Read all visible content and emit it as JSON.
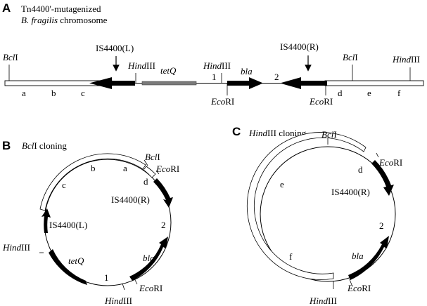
{
  "panels": {
    "A": {
      "letter": "A",
      "title_line1": "Tn4400'-mutagenized",
      "title_line2_italic": "B. fragilis",
      "title_line2_rest": " chromosome",
      "bcl_left": {
        "it": "Bcl",
        "rest": "I"
      },
      "bcl_right": {
        "it": "Bcl",
        "rest": "I"
      },
      "hind_left": {
        "it": "Hind",
        "rest": "III"
      },
      "hind_mid": {
        "it": "Hind",
        "rest": "III"
      },
      "hind_right": {
        "it": "Hind",
        "rest": "III"
      },
      "eco_mid": {
        "it": "Eco",
        "rest": "RI"
      },
      "eco_right": {
        "it": "Eco",
        "rest": "RI"
      },
      "is_left": "IS4400(L)",
      "is_right": "IS4400(R)",
      "tetq": "tetQ",
      "bla": "bla",
      "n1": "1",
      "n2": "2",
      "seg_a": "a",
      "seg_b": "b",
      "seg_c": "c",
      "seg_d": "d",
      "seg_e": "e",
      "seg_f": "f"
    },
    "B": {
      "letter": "B",
      "title": {
        "it": "Bcl",
        "rest": "I cloning"
      },
      "bcl": {
        "it": "Bcl",
        "rest": "I"
      },
      "eco_top": {
        "it": "Eco",
        "rest": "RI"
      },
      "eco_bottom": {
        "it": "Eco",
        "rest": "RI"
      },
      "hind_left": {
        "it": "Hind",
        "rest": "III"
      },
      "hind_bottom": {
        "it": "Hind",
        "rest": "III"
      },
      "is_right": "IS4400(R)",
      "is_left": "IS4400(L)",
      "tetq": "tetQ",
      "bla": "bla",
      "n1": "1",
      "n2": "2",
      "seg_a": "a",
      "seg_b": "b",
      "seg_c": "c",
      "seg_d": "d"
    },
    "C": {
      "letter": "C",
      "title": {
        "it": "Hind",
        "rest": "III cloning"
      },
      "bcl": {
        "it": "Bcl",
        "rest": "I"
      },
      "eco_top": {
        "it": "Eco",
        "rest": "RI"
      },
      "eco_bottom": {
        "it": "Eco",
        "rest": "RI"
      },
      "hind_bottom": {
        "it": "Hind",
        "rest": "III"
      },
      "is_right": "IS4400(R)",
      "bla": "bla",
      "n2": "2",
      "seg_d": "d",
      "seg_e": "e",
      "seg_f": "f"
    }
  }
}
